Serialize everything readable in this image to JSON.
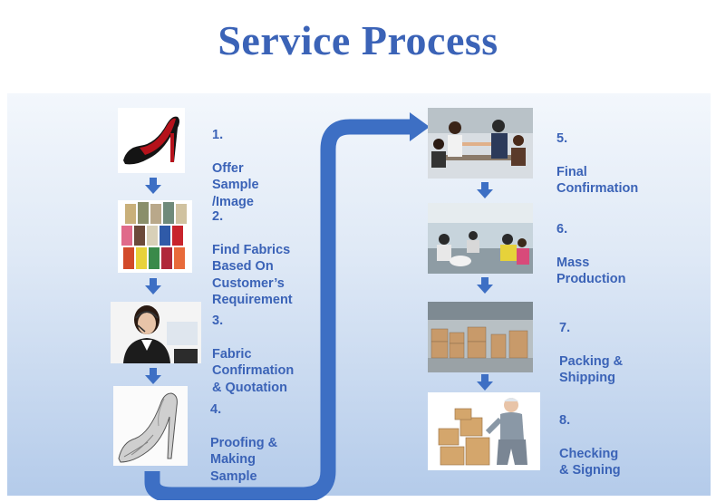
{
  "title": "Service Process",
  "colors": {
    "accent": "#3b63b7",
    "connector": "#3d6fc4"
  },
  "steps": [
    {
      "number": "1.",
      "text": "Offer\nSample\n/Image",
      "image": "red-heel-shoe"
    },
    {
      "number": "2.",
      "text": "Find Fabrics\nBased On\nCustomer’s\nRequirement",
      "image": "fabric-rolls"
    },
    {
      "number": "3.",
      "text": "Fabric\nConfirmation\n& Quotation",
      "image": "support-agent-headset"
    },
    {
      "number": "4.",
      "text": "Proofing &\nMaking\nSample",
      "image": "heel-sketch"
    },
    {
      "number": "5.",
      "text": "Final\nConfirmation",
      "image": "business-handshake"
    },
    {
      "number": "6.",
      "text": "Mass\nProduction",
      "image": "factory-workers"
    },
    {
      "number": "7.",
      "text": "Packing &\nShipping",
      "image": "warehouse-boxes"
    },
    {
      "number": "8.",
      "text": "Checking\n& Signing",
      "image": "delivery-man-boxes"
    }
  ]
}
